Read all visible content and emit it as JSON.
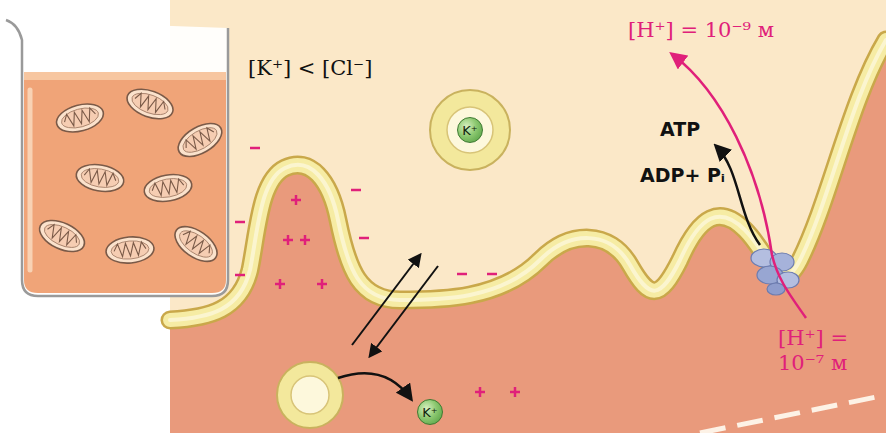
{
  "diagram": {
    "nodes": [
      {
        "text": [
          "K⁺"
        ]
      },
      {
        "text": [
          "K⁺"
        ]
      }
    ],
    "labels": [
      "[K⁺] < [Cl⁻]",
      "[H⁺] = 10⁻⁹ м",
      "ATP",
      "ADP+ Pᵢ",
      "[H⁺] = 10⁻⁷ м"
    ]
  }
}
